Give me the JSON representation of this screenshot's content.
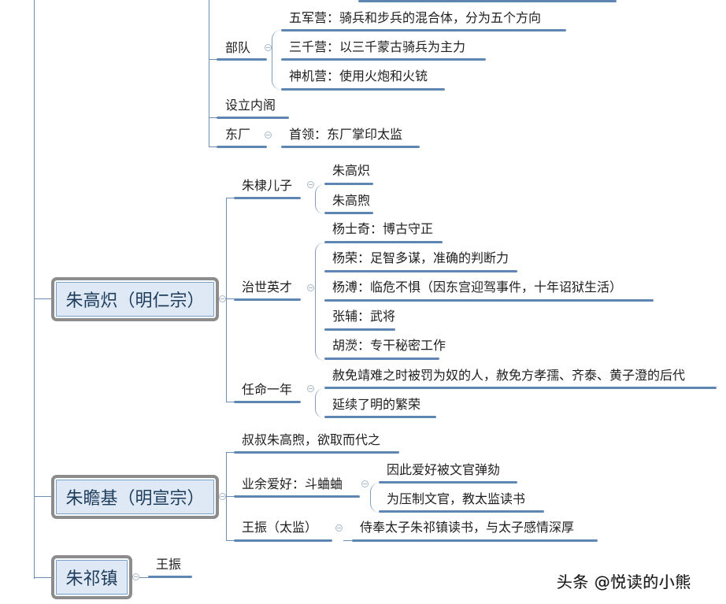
{
  "mindmap": {
    "section_top": {
      "branches": [
        {
          "label": "部队",
          "children": [
            "五军营：骑兵和步兵的混合体，分为五个方向",
            "三千营：以三千蒙古骑兵为主力",
            "神机营：使用火炮和火铳"
          ]
        },
        {
          "label": "设立内阁",
          "children": []
        },
        {
          "label": "东厂",
          "children": [
            "首领：东厂掌印太监"
          ]
        }
      ]
    },
    "roots": [
      {
        "label": "朱高炽（明仁宗）",
        "branches": [
          {
            "label": "朱棣儿子",
            "children": [
              "朱高炽",
              "朱高煦"
            ]
          },
          {
            "label": "治世英才",
            "children": [
              "杨士奇：博古守正",
              "杨荣：足智多谋，准确的判断力",
              "杨溥：临危不惧（因东宫迎驾事件，十年诏狱生活）",
              "张辅：武将",
              "胡濙：专干秘密工作"
            ]
          },
          {
            "label": "任命一年",
            "children": [
              "赦免靖难之时被罚为奴的人，赦免方孝孺、齐泰、黄子澄的后代",
              "延续了明的繁荣"
            ]
          }
        ]
      },
      {
        "label": "朱瞻基（明宣宗）",
        "branches": [
          {
            "label": "叔叔朱高煦，欲取而代之",
            "children": []
          },
          {
            "label": "业余爱好：斗蛐蛐",
            "children": [
              "因此爱好被文官弹劾",
              "为压制文官，教太监读书"
            ]
          },
          {
            "label": "王振（太监）",
            "children": [
              "侍奉太子朱祁镇读书，与太子感情深厚"
            ]
          }
        ]
      },
      {
        "label": "朱祁镇",
        "branches": [
          {
            "label": "王振",
            "children": []
          }
        ]
      }
    ]
  },
  "watermark": "头条 @悦读的小熊",
  "colors": {
    "line": "#6f8fb0",
    "underline": "#5f86b3",
    "root_fill": "#dfe9f5",
    "root_border": "#8c8c8c",
    "root_text": "#1d3c5c"
  }
}
